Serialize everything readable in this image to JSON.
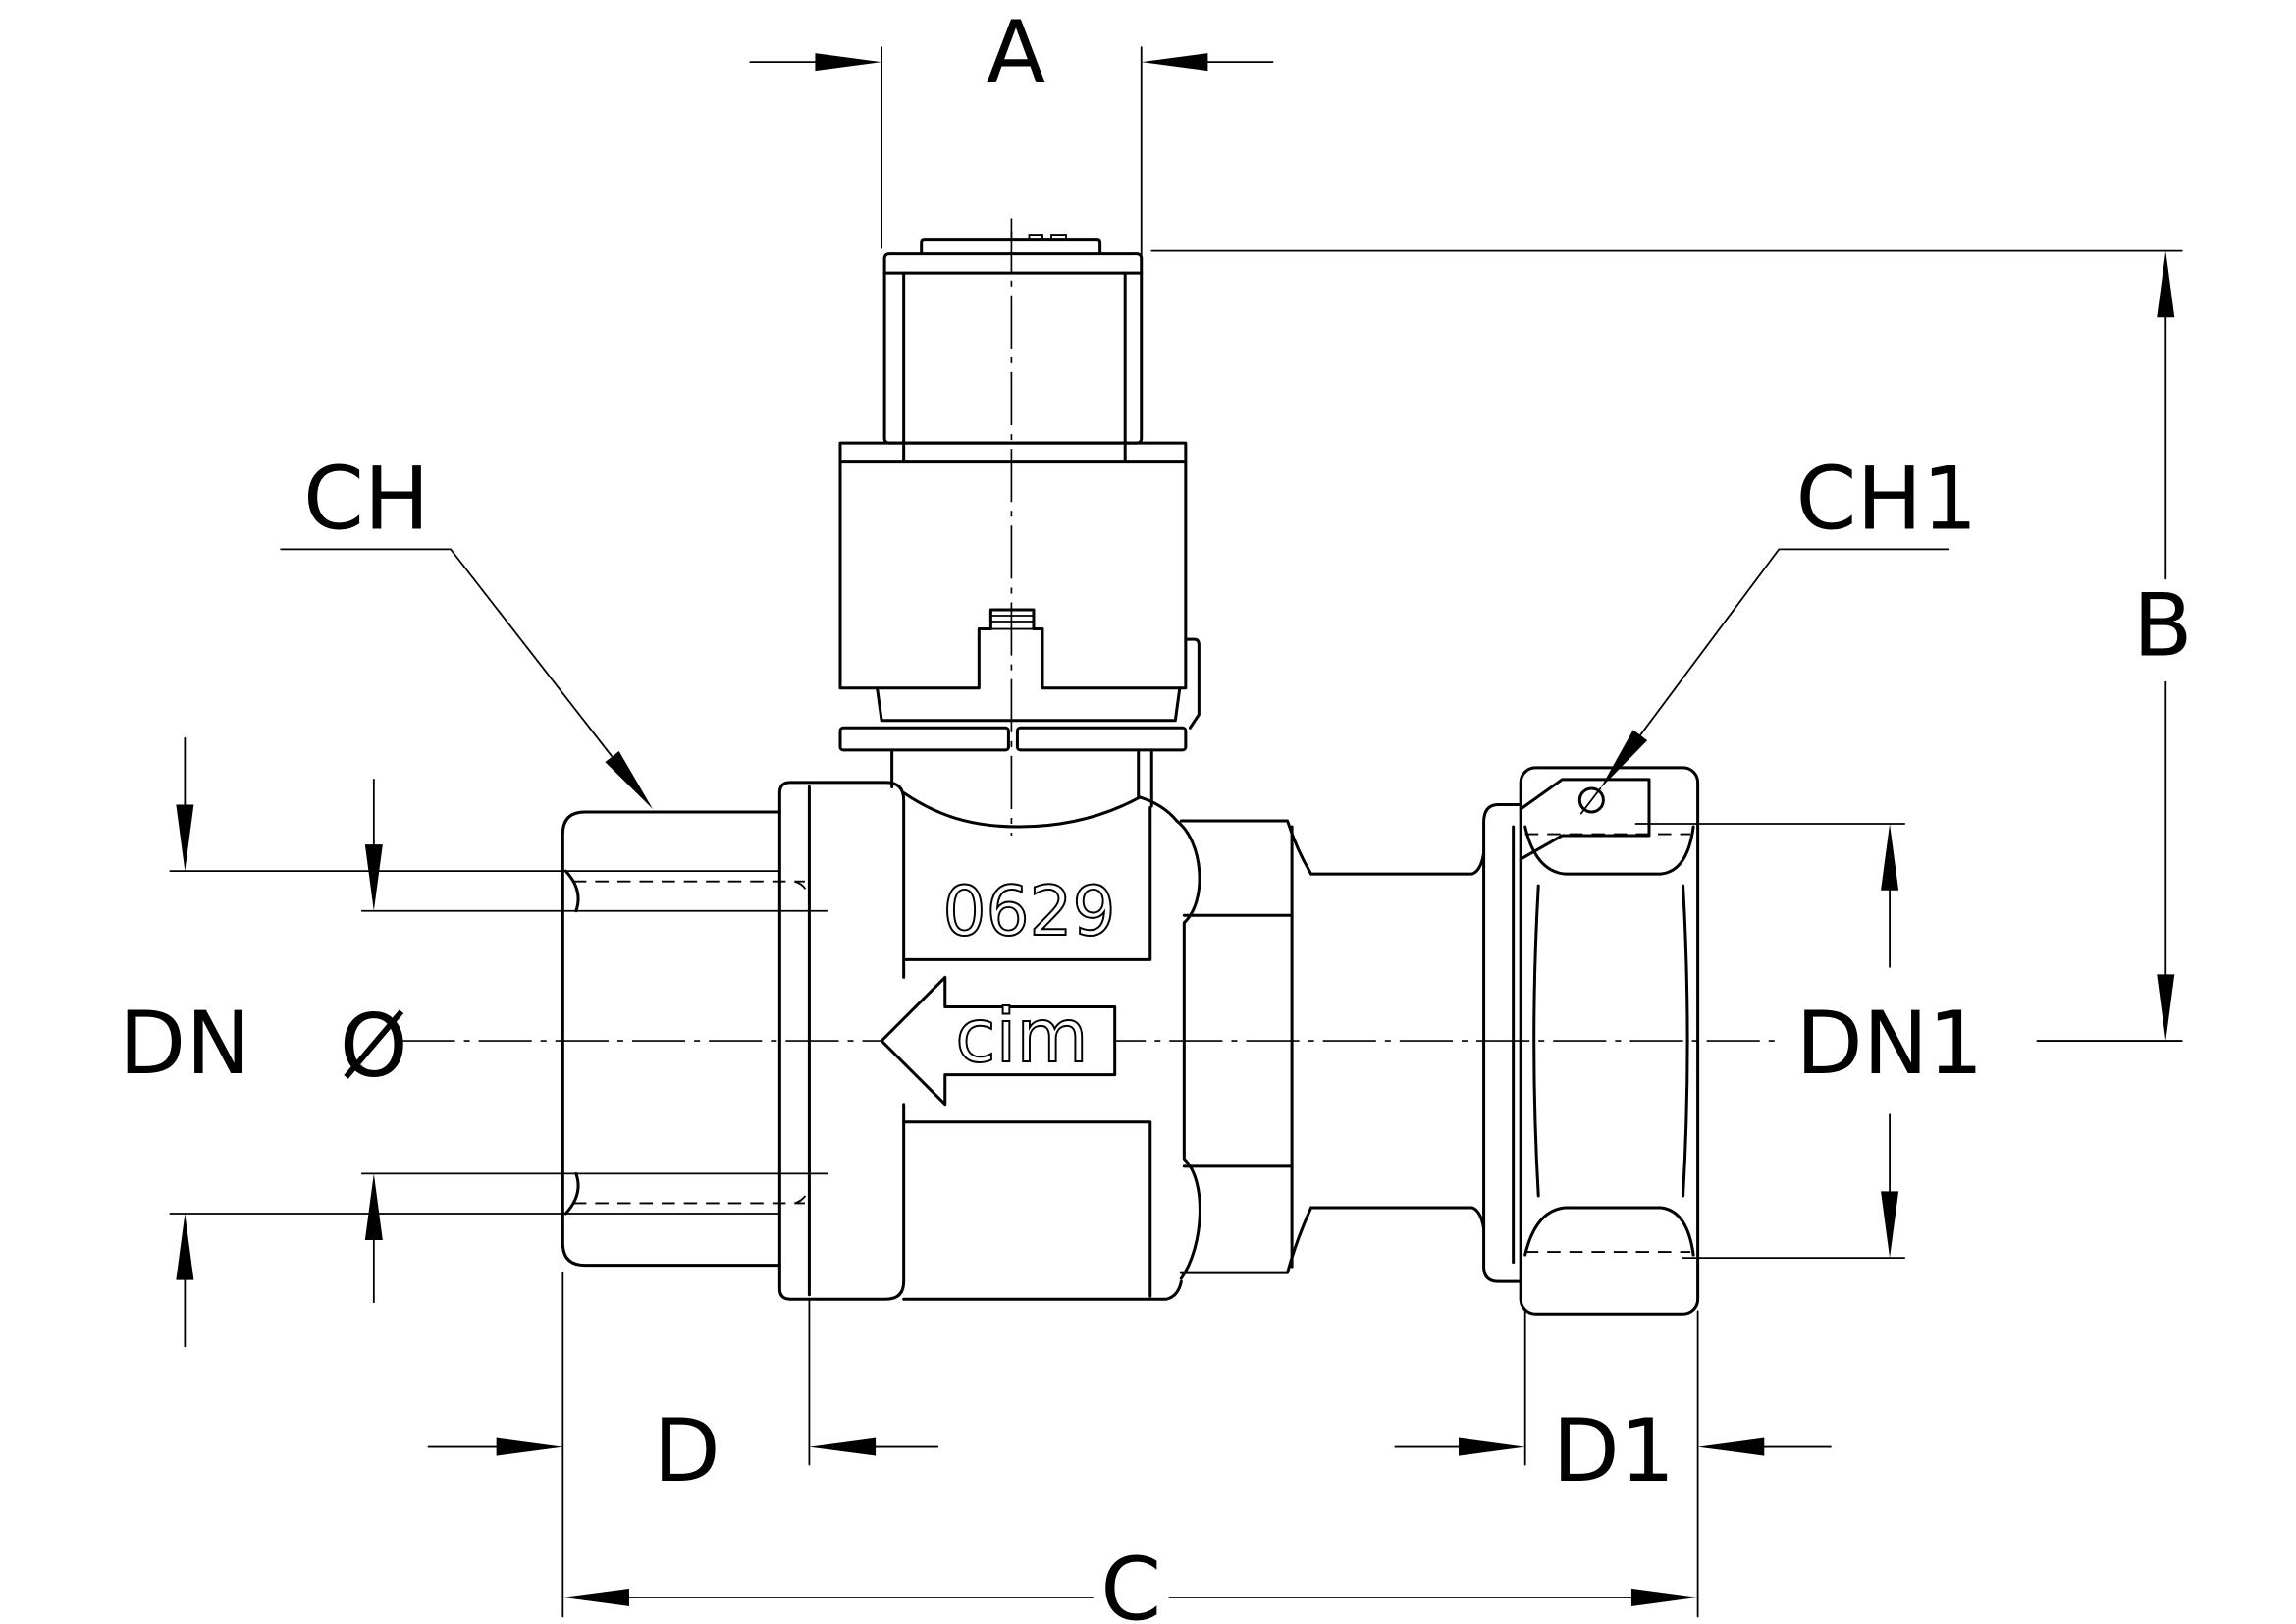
{
  "labels": {
    "a": "A",
    "b": "B",
    "c": "C",
    "d": "D",
    "d1": "D1",
    "dn": "DN",
    "dn1": "DN1",
    "bore": "Ø",
    "ch": "CH",
    "ch1": "CH1"
  },
  "valve": {
    "body_marking": "0629",
    "logo": "cim"
  }
}
